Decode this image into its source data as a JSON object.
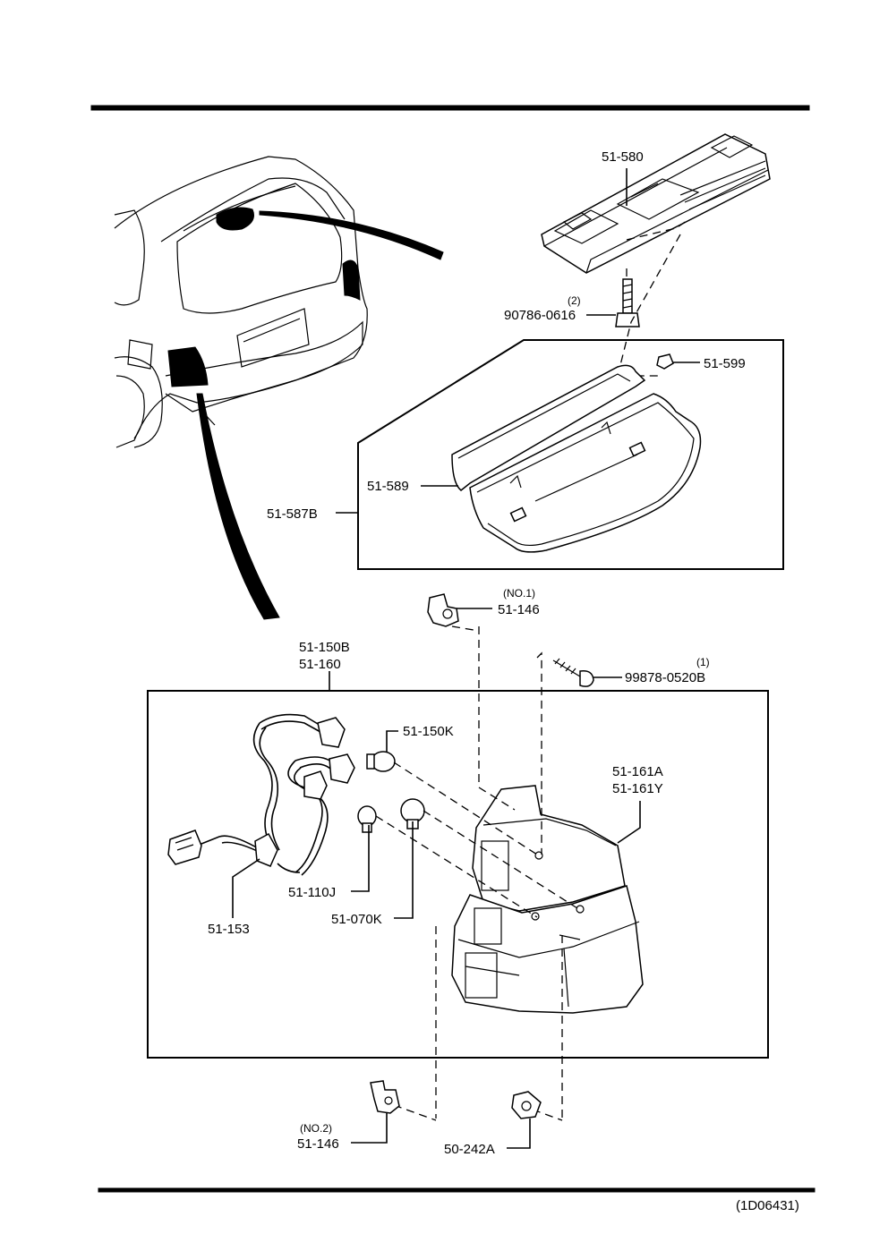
{
  "diagram": {
    "drawing_code": "(1D06431)",
    "callouts": {
      "high_mount_lamp": "51-580",
      "bolt_qty": "(2)",
      "bolt": "90786-0616",
      "nut": "51-599",
      "gasket": "51-589",
      "lens_assy": "51-587B",
      "clip1_note": "(NO.1)",
      "clip1": "51-146",
      "screw_qty": "(1)",
      "screw": "99878-0520B",
      "rear_combo_a": "51-150B",
      "rear_combo_b": "51-160",
      "bulb_k": "51-150K",
      "lens_a": "51-161A",
      "lens_y": "51-161Y",
      "bulb_j": "51-110J",
      "bulb_070k": "51-070K",
      "socket_harness": "51-153",
      "clip2_note": "(NO.2)",
      "clip2": "51-146",
      "grommet": "50-242A"
    }
  }
}
